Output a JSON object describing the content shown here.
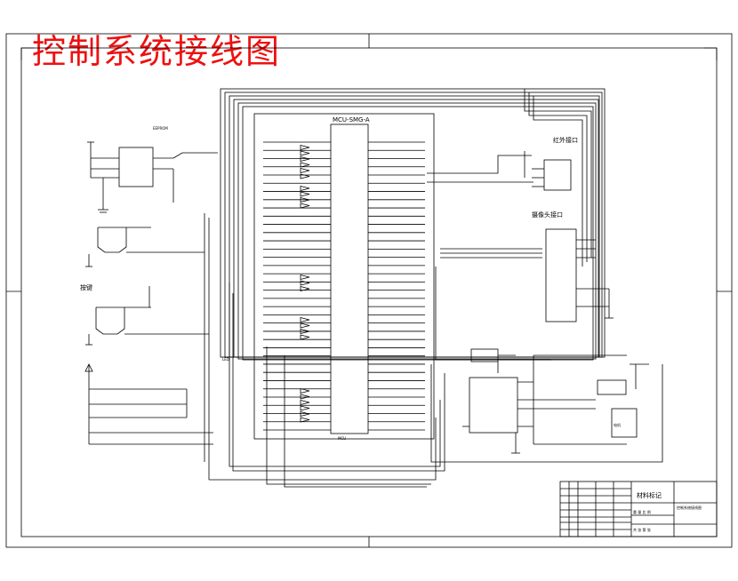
{
  "sheet": {
    "title": "控制系统接线图",
    "title_color": "#ee1111"
  },
  "mcu": {
    "label": "MCU-SMG-A",
    "footer": "MCU",
    "pins_left_count": 36,
    "pins_right_count": 36
  },
  "eeprom": {
    "label": "EEPROM"
  },
  "blocks": {
    "infrared_port": "红外接口",
    "camera_port": "摄像头接口",
    "keypad": "按键",
    "led": "LED",
    "motor": "电机"
  },
  "title_block": {
    "drawing_name": "控制系统接线图",
    "material": "材料标记",
    "weight_scale": "重 量  比 例",
    "sheet_count": "共 张  第 张"
  }
}
